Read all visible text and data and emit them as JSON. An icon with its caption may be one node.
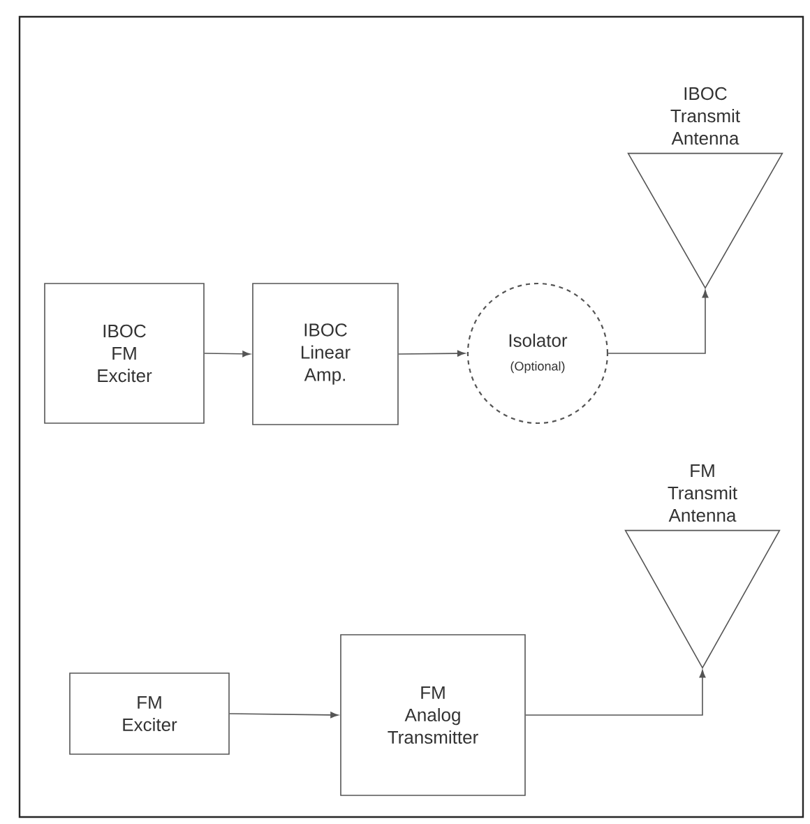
{
  "diagram": {
    "nodes": [
      {
        "text": [
          "IBOC FM Exciter"
        ]
      },
      {
        "text": [
          "IBOC Linear Amp."
        ]
      },
      {
        "text": [
          "Isolator",
          "(Optional)"
        ]
      },
      {
        "text": [
          "IBOC Transmit Antenna"
        ]
      },
      {
        "text": [
          "FM Exciter"
        ]
      },
      {
        "text": [
          "FM Analog Transmitter"
        ]
      },
      {
        "text": [
          "FM Transmit Antenna"
        ]
      }
    ],
    "edges": [
      {
        "from": 0,
        "to": 1,
        "arrow": "to"
      },
      {
        "from": 1,
        "to": 2,
        "arrow": "to"
      },
      {
        "from": 2,
        "to": 3,
        "arrow": "to"
      },
      {
        "from": 4,
        "to": 5,
        "arrow": "to"
      },
      {
        "from": 5,
        "to": 6,
        "arrow": "to"
      }
    ]
  }
}
